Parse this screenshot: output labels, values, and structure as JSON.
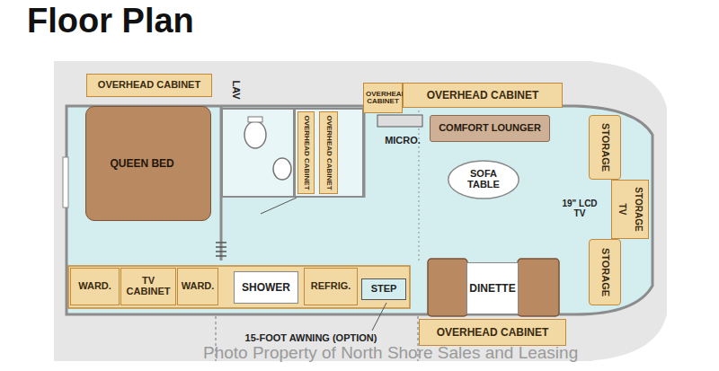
{
  "diagram": {
    "title": "Floor Plan",
    "nodes": [
      {
        "text": [
          "OVERHEAD CABINET"
        ]
      },
      {
        "text": [
          "OVERHEAD CABINET"
        ]
      },
      {
        "text": [
          "OVERHEAD CABINET"
        ]
      },
      {
        "text": [
          "QUEEN BED"
        ]
      },
      {
        "text": [
          "OVERHEAD CABINET"
        ]
      },
      {
        "text": [
          "OVERHEAD CABINET"
        ]
      },
      {
        "text": [
          "COMFORT LOUNGER"
        ]
      },
      {
        "text": [
          "STORAGE"
        ]
      },
      {
        "text": [
          "SOFA TABLE"
        ]
      },
      {
        "text": [
          "STORAGE",
          "TV"
        ]
      },
      {
        "text": [
          "STORAGE"
        ]
      },
      {
        "text": [
          "WARD."
        ]
      },
      {
        "text": [
          "TV CABINET"
        ]
      },
      {
        "text": [
          "WARD."
        ]
      },
      {
        "text": [
          "SHOWER"
        ]
      },
      {
        "text": [
          "REFRIG."
        ]
      },
      {
        "text": [
          "STEP"
        ]
      },
      {
        "text": [
          "DINETTE"
        ]
      },
      {
        "text": [
          "OVERHEAD CABINET"
        ]
      }
    ],
    "labels": [
      "LAV",
      "MICRO.",
      "19\" LCD TV",
      "15-FOOT AWNING (OPTION)",
      "Photo Property of North Shore Sales and Leasing"
    ]
  }
}
